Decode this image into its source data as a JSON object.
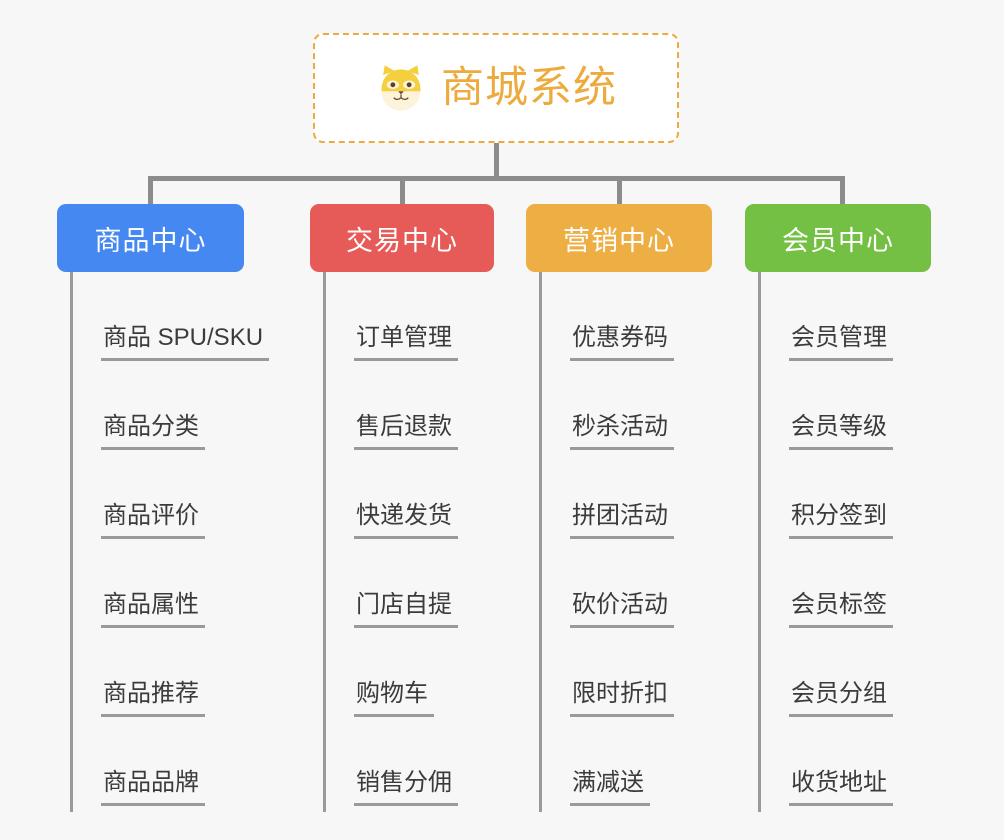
{
  "page": {
    "background_color": "#f7f7f7",
    "type": "mindmap"
  },
  "root": {
    "title": "商城系统",
    "icon": "shiba-dog-face-icon",
    "border_color": "#edab3f",
    "text_color": "#edab3f",
    "background_color": "#ffffff"
  },
  "connector": {
    "color": "#8c8c8c"
  },
  "branches": [
    {
      "label": "商品中心",
      "color": "#4688f1",
      "leaves": [
        "商品 SPU/SKU",
        "商品分类",
        "商品评价",
        "商品属性",
        "商品推荐",
        "商品品牌"
      ]
    },
    {
      "label": "交易中心",
      "color": "#e65b57",
      "leaves": [
        "订单管理",
        "售后退款",
        "快递发货",
        "门店自提",
        "购物车",
        "销售分佣"
      ]
    },
    {
      "label": "营销中心",
      "color": "#edae44",
      "leaves": [
        "优惠券码",
        "秒杀活动",
        "拼团活动",
        "砍价活动",
        "限时折扣",
        "满减送"
      ]
    },
    {
      "label": "会员中心",
      "color": "#74c044",
      "leaves": [
        "会员管理",
        "会员等级",
        "积分签到",
        "会员标签",
        "会员分组",
        "收货地址"
      ]
    }
  ]
}
